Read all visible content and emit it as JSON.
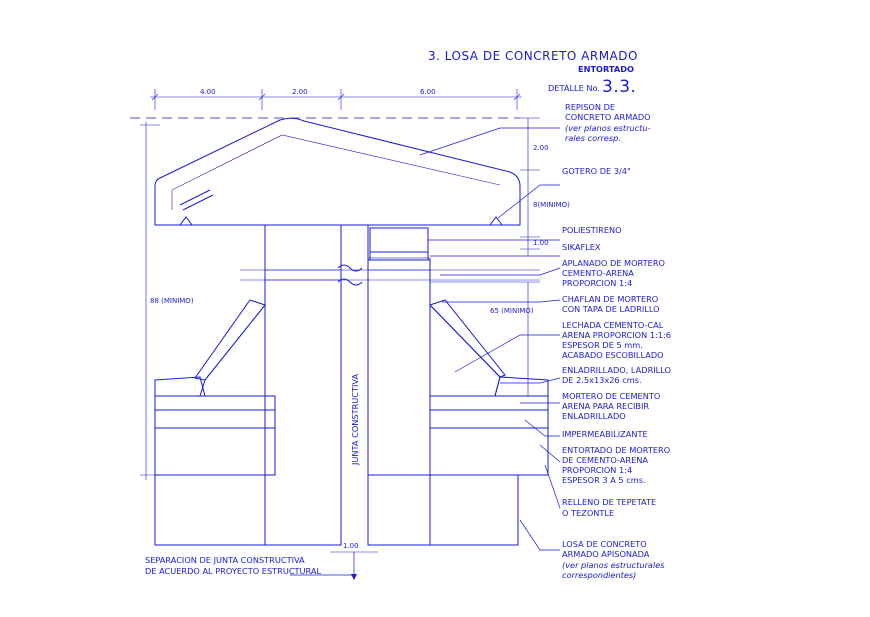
{
  "colors": {
    "line": "#1a1ad6",
    "background": "#ffffff"
  },
  "title": {
    "main": "3. LOSA DE CONCRETO ARMADO",
    "sub": "ENTORTADO",
    "detail_prefix": "DETALLE No.",
    "detail_number": "3.3."
  },
  "dimensions": {
    "top": [
      "4.00",
      "2.00",
      "6.00"
    ],
    "right_top": "2.00",
    "right_mid": "8(MINIMO)",
    "right_small": "1.00",
    "left_height": "88 (MINIMO)",
    "right_height": "65 (MINIMO)",
    "bottom_gap": "1.00"
  },
  "joint_label": "JUNTA CONSTRUCTIVA",
  "callouts": {
    "repison": [
      "REPISON DE",
      "CONCRETO ARMADO",
      "(ver planos estructu-",
      "rales corresp."
    ],
    "gotero": [
      "GOTERO DE 3/4\""
    ],
    "poliestireno": [
      "POLIESTIRENO"
    ],
    "sikaflex": [
      "SIKAFLEX"
    ],
    "aplanado": [
      "APLANADO DE MORTERO",
      "CEMENTO-ARENA",
      "PROPORCION 1:4"
    ],
    "chaflan": [
      "CHAFLAN DE MORTERO",
      "CON TAPA DE LADRILLO"
    ],
    "lechada": [
      "LECHADA CEMENTO-CAL",
      "ARENA PROPORCION 1:1:6",
      "ESPESOR DE 5 mm.",
      "ACABADO ESCOBILLADO"
    ],
    "enladrillado": [
      "ENLADRILLADO, LADRILLO",
      "DE 2.5x13x26 cms."
    ],
    "mortero": [
      "MORTERO DE CEMENTO",
      "ARENA PARA RECIBIR",
      "ENLADRILLADO"
    ],
    "impermeabilizante": [
      "IMPERMEABILIZANTE"
    ],
    "entortado": [
      "ENTORTADO DE MORTERO",
      "DE CEMENTO-ARENA",
      "PROPORCION 1:4",
      "ESPESOR 3 A 5 cms."
    ],
    "relleno": [
      "RELLENO DE TEPETATE",
      "O TEZONTLE"
    ],
    "losa": [
      "LOSA DE CONCRETO",
      "ARMADO APISONADA",
      "(ver planos estructurales",
      "correspondientes)"
    ],
    "separacion": [
      "SEPARACION DE JUNTA CONSTRUCTIVA",
      "DE ACUERDO AL PROYECTO ESTRUCTURAL"
    ]
  }
}
